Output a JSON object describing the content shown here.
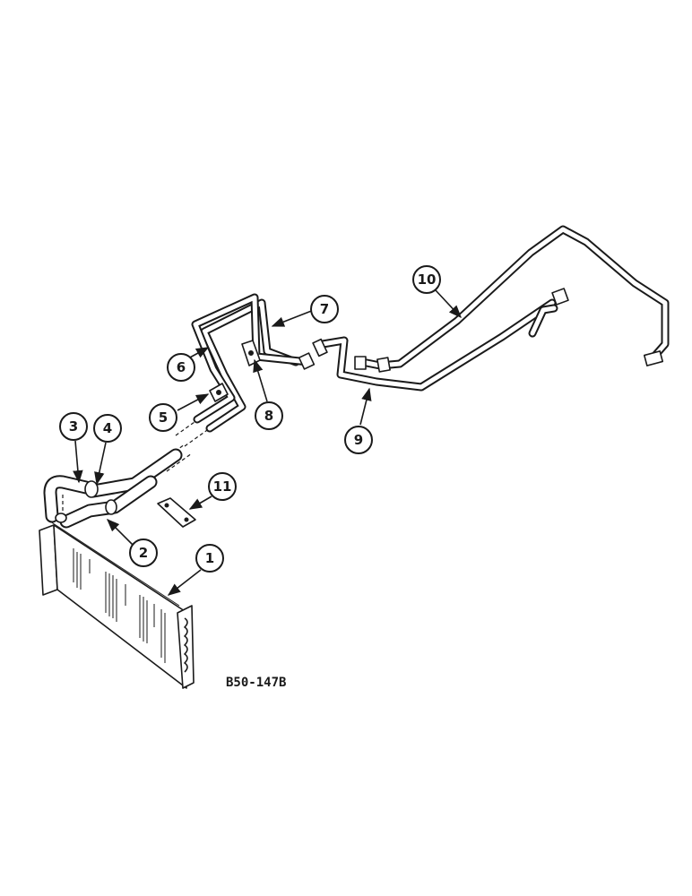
{
  "diagram": {
    "reference_code": "B50-147B",
    "callouts": [
      {
        "label": "1"
      },
      {
        "label": "2"
      },
      {
        "label": "3"
      },
      {
        "label": "4"
      },
      {
        "label": "5"
      },
      {
        "label": "6"
      },
      {
        "label": "7"
      },
      {
        "label": "8"
      },
      {
        "label": "9"
      },
      {
        "label": "10"
      },
      {
        "label": "11"
      }
    ]
  }
}
